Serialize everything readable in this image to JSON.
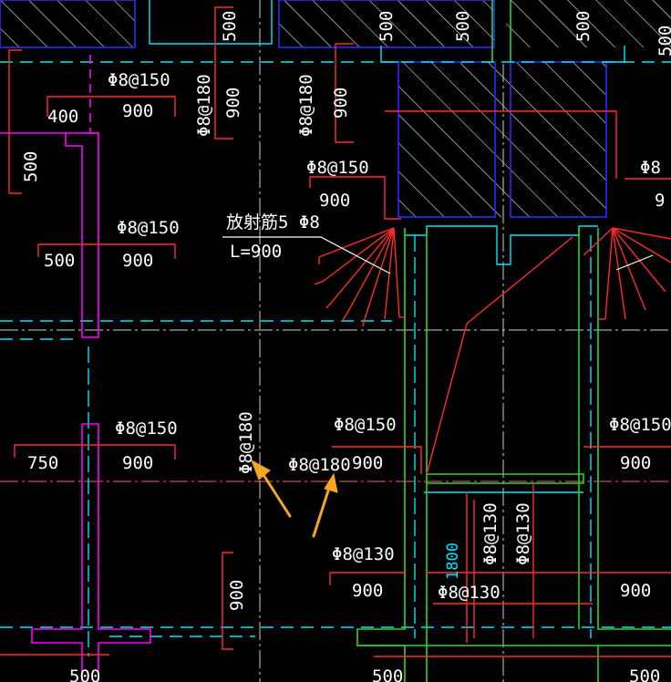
{
  "drawing": {
    "background": "#000000",
    "colors": {
      "rebar": "#ff2a2a",
      "wall": "#ff00ff",
      "column": "#2b2bff",
      "dim": "#00e5ff",
      "green": "#2bd42b",
      "text": "#ffffff",
      "arrow": "#f5a623",
      "axis": "#cfcfcf"
    },
    "labels": {
      "top_500_a": "500",
      "top_500_b": "500",
      "top_500_c": "500",
      "top_500_d": "500",
      "top_500_e": "500",
      "r1_spec": "Φ8@150",
      "r1_len": "900",
      "r1_side": "400",
      "v1_spec": "Φ8@180",
      "v1_len": "900",
      "v2_spec": "Φ8@180",
      "v2_len": "900",
      "left_500": "500",
      "r2_spec": "Φ8@150",
      "r2_len": "900",
      "right_top_spec": "Φ8",
      "right_top_len": "9",
      "radial_title": "放射筋5 Φ8",
      "radial_len": "L=900",
      "r3_spec": "Φ8@150",
      "r3_len": "900",
      "r3_side": "500",
      "r4_spec": "Φ8@150",
      "r4_len": "900",
      "r4_side": "750",
      "v3_spec": "Φ8@180",
      "r5_spec": "Φ8@180",
      "r5_len": "900",
      "r6_spec": "Φ8@150",
      "r6_len": "900",
      "r7_spec": "Φ8@150",
      "r7_len": "900",
      "v4_spec": "Φ8@130",
      "v5_spec": "Φ8@130",
      "dim_1800": "1800",
      "r8_spec": "Φ8@130",
      "r8_len": "900",
      "r9_spec": "Φ8@130",
      "v6_len": "900",
      "r10_len": "900",
      "bot_500_a": "500",
      "bot_500_b": "500",
      "bot_500_c": "500"
    }
  }
}
